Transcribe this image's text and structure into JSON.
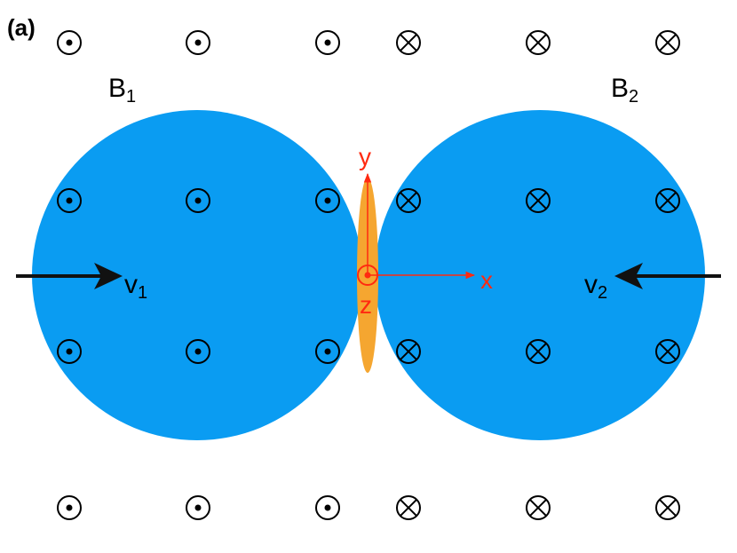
{
  "panel_label": "(a)",
  "regions": [
    {
      "name": "B",
      "subscript": "1",
      "field_direction": "out-of-page",
      "color": "#0a9cf2"
    },
    {
      "name": "B",
      "subscript": "2",
      "field_direction": "into-page",
      "color": "#0a9cf2"
    }
  ],
  "velocities": [
    {
      "name": "v",
      "subscript": "1",
      "direction": "right"
    },
    {
      "name": "v",
      "subscript": "2",
      "direction": "left"
    }
  ],
  "axes": {
    "x": "x",
    "y": "y",
    "z": "z",
    "color": "#ff2a10"
  },
  "current_sheet_color": "#f5a630",
  "symbols": {
    "out_of_page": "dot-in-circle-icon",
    "into_page": "cross-in-circle-icon"
  },
  "arrow_color": "#111111"
}
